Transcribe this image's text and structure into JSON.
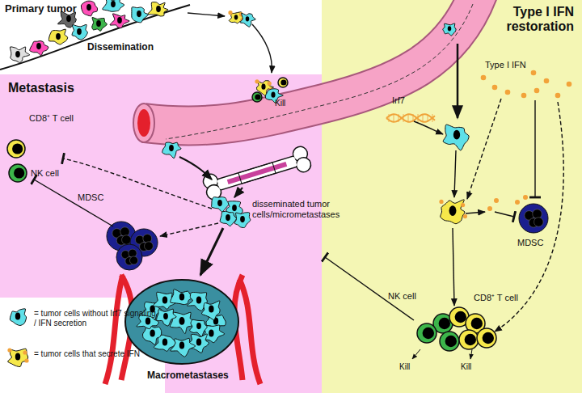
{
  "diagram": {
    "nodes": [
      {
        "text": [
          "Metastasis"
        ]
      },
      {
        "text": [
          "Type I IFN restoration"
        ]
      }
    ],
    "labels": [
      "Primary tumor",
      "Dissemination",
      "Kill",
      "Irf7",
      "Type I IFN",
      "CD8⁺ T cell",
      "NK cell",
      "MDSC",
      "disseminated tumor cells/micrometastases",
      "MDSC",
      "Macrometastases",
      "NK cell",
      "CD8⁺ T cell",
      "Kill",
      "Kill"
    ],
    "legend": [
      {
        "text": "= tumor cells without Irf7 signaling / IFN secretion"
      },
      {
        "text": "= tumor cells that secrete IFN"
      }
    ]
  }
}
